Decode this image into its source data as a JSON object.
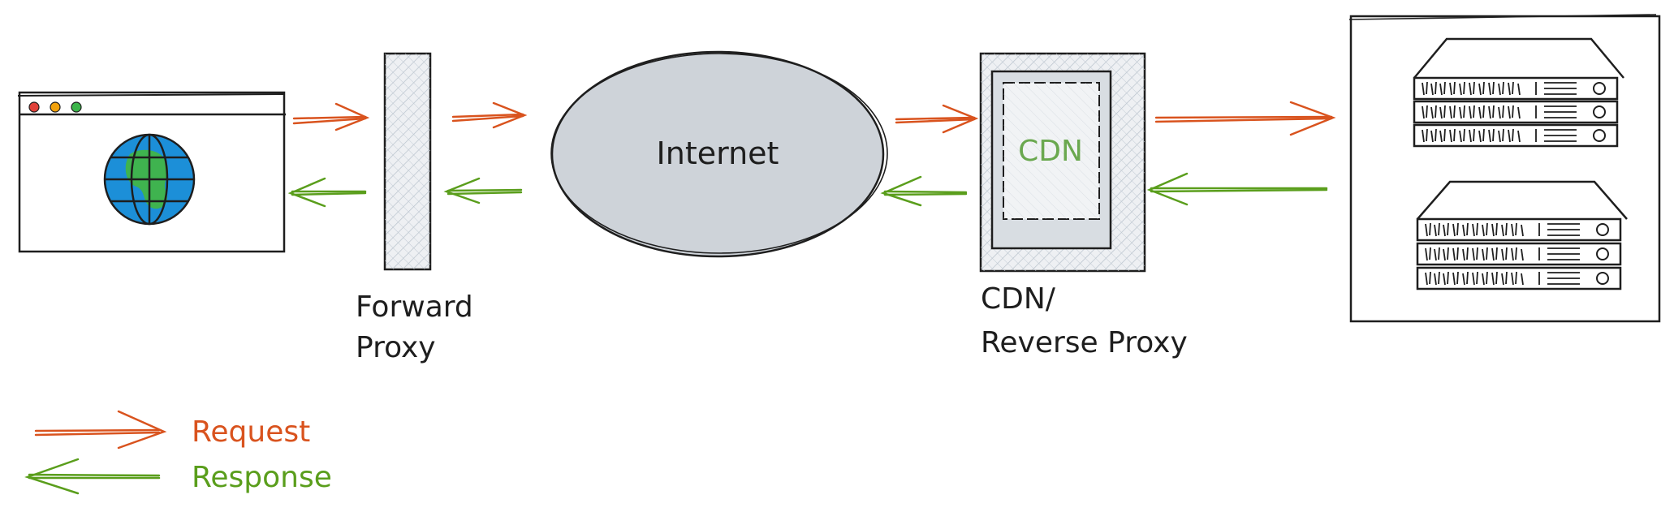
{
  "labels": {
    "internet": "Internet",
    "cdn_inner": "CDN",
    "forward_proxy_line1": "Forward",
    "forward_proxy_line2": "Proxy",
    "reverse_proxy_line1": "CDN/",
    "reverse_proxy_line2": "Reverse Proxy"
  },
  "legend": {
    "request": "Request",
    "response": "Response"
  },
  "colors": {
    "request": "#d9531e",
    "response": "#5a9e1c",
    "cdn_text": "#6aa84f",
    "cloud_fill": "#ced3d9",
    "hatch": "#b8c2cc",
    "stroke": "#1e1e1e",
    "globe_blue": "#1c8fd8",
    "globe_green": "#3fb34f",
    "dot_red": "#e0413a",
    "dot_orange": "#f2a20c",
    "dot_green": "#3cb54a"
  },
  "icons": {
    "browser": "browser-window-icon",
    "globe": "globe-icon",
    "server": "server-rack-icon"
  }
}
